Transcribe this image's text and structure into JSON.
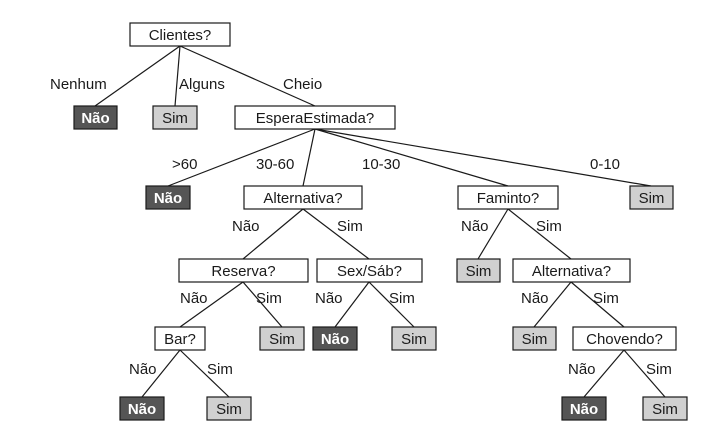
{
  "nodes": {
    "clientes": {
      "label": "Clientes?",
      "kind": "test"
    },
    "nao1": {
      "label": "Não",
      "kind": "no"
    },
    "sim1": {
      "label": "Sim",
      "kind": "yes"
    },
    "espera": {
      "label": "EsperaEstimada?",
      "kind": "test"
    },
    "nao2": {
      "label": "Não",
      "kind": "no"
    },
    "alt1": {
      "label": "Alternativa?",
      "kind": "test"
    },
    "faminto": {
      "label": "Faminto?",
      "kind": "test"
    },
    "sim2": {
      "label": "Sim",
      "kind": "yes"
    },
    "reserva": {
      "label": "Reserva?",
      "kind": "test"
    },
    "sexsab": {
      "label": "Sex/Sáb?",
      "kind": "test"
    },
    "sim3": {
      "label": "Sim",
      "kind": "yes"
    },
    "alt2": {
      "label": "Alternativa?",
      "kind": "test"
    },
    "bar": {
      "label": "Bar?",
      "kind": "test"
    },
    "sim4": {
      "label": "Sim",
      "kind": "yes"
    },
    "nao3": {
      "label": "Não",
      "kind": "no"
    },
    "sim5": {
      "label": "Sim",
      "kind": "yes"
    },
    "sim6": {
      "label": "Sim",
      "kind": "yes"
    },
    "chovendo": {
      "label": "Chovendo?",
      "kind": "test"
    },
    "nao4": {
      "label": "Não",
      "kind": "no"
    },
    "sim7": {
      "label": "Sim",
      "kind": "yes"
    },
    "nao5": {
      "label": "Não",
      "kind": "no"
    },
    "sim8": {
      "label": "Sim",
      "kind": "yes"
    }
  },
  "edge_labels": {
    "nenhum": "Nenhum",
    "alguns": "Alguns",
    "cheio": "Cheio",
    "gt60": ">60",
    "r30_60": "30-60",
    "r10_30": "10-30",
    "r0_10": "0-10",
    "alt1_nao": "Não",
    "alt1_sim": "Sim",
    "fam_nao": "Não",
    "fam_sim": "Sim",
    "res_nao": "Não",
    "res_sim": "Sim",
    "sex_nao": "Não",
    "sex_sim": "Sim",
    "alt2_nao": "Não",
    "alt2_sim": "Sim",
    "bar_nao": "Não",
    "bar_sim": "Sim",
    "chov_nao": "Não",
    "chov_sim": "Sim"
  }
}
